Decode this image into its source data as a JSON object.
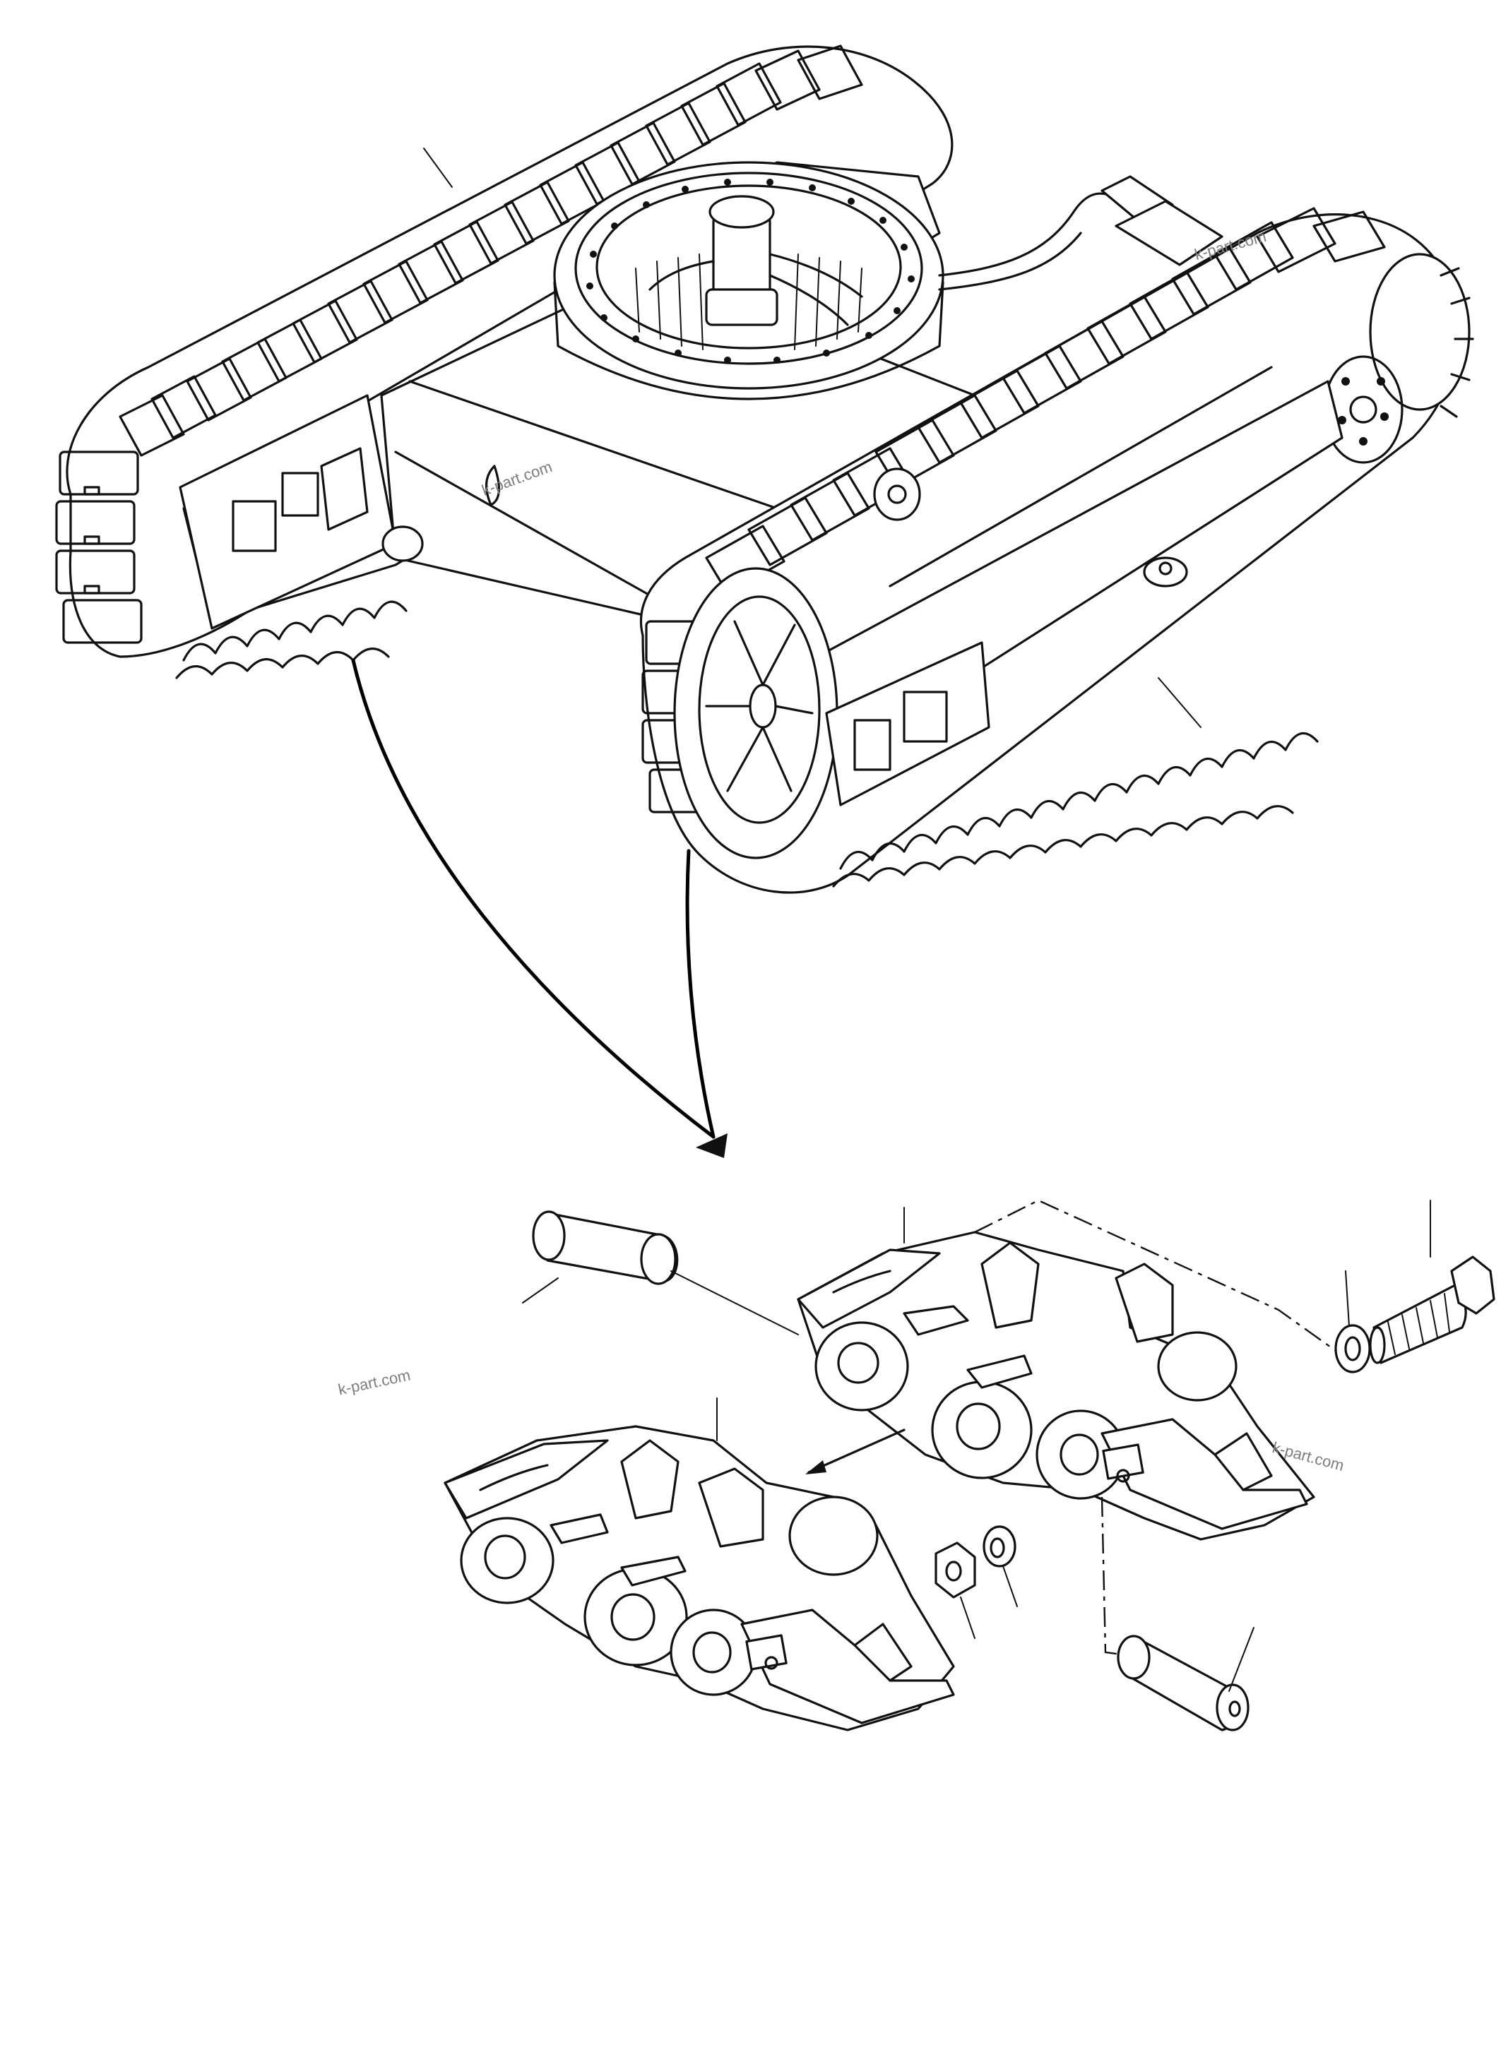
{
  "watermarks": [
    "k-part.com",
    "k-part.com",
    "k-part.com",
    "k-part.com"
  ],
  "icons": [
    "undercarriage-assembly",
    "track-link-assembly",
    "track-pin",
    "track-bolt",
    "track-nut",
    "washer"
  ]
}
